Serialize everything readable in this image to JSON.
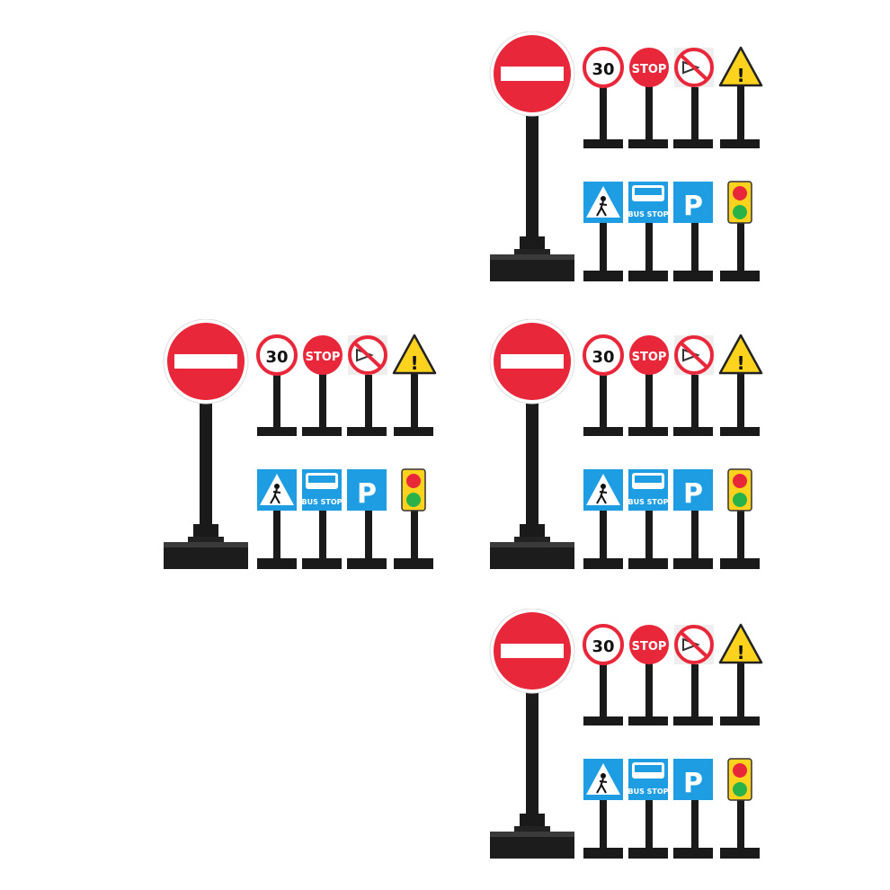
{
  "signs": {
    "speed_text": "30",
    "stop_text": "STOP",
    "bus_text": "BUS STOP",
    "parking_text": "P",
    "warning_text": "!"
  },
  "colors": {
    "red": "#e8283a",
    "blue": "#1e9de2",
    "yellow": "#ffd21e",
    "post": "#111111"
  },
  "icons": [
    "no-entry-icon",
    "speed-limit-icon",
    "stop-icon",
    "no-horn-icon",
    "warning-icon",
    "pedestrian-crossing-icon",
    "bus-icon",
    "parking-icon",
    "traffic-light-icon"
  ]
}
